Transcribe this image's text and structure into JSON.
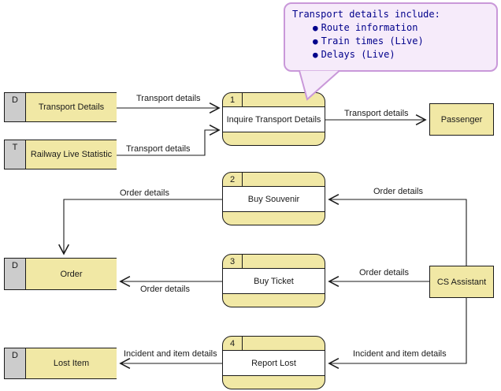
{
  "callout": {
    "title": "Transport details include:",
    "bullet_glyph": "●",
    "bullets": [
      "Route information",
      "Train times (Live)",
      "Delays (Live)"
    ]
  },
  "data_stores": [
    {
      "id": "D",
      "name": "Transport Details"
    },
    {
      "id": "T",
      "name": "Railway Live Statistic"
    },
    {
      "id": "D",
      "name": "Order"
    },
    {
      "id": "D",
      "name": "Lost Item"
    }
  ],
  "processes": [
    {
      "number": "1",
      "name": "Inquire Transport Details"
    },
    {
      "number": "2",
      "name": "Buy Souvenir"
    },
    {
      "number": "3",
      "name": "Buy Ticket"
    },
    {
      "number": "4",
      "name": "Report Lost"
    }
  ],
  "entities": [
    {
      "name": "Passenger"
    },
    {
      "name": "CS Assistant"
    }
  ],
  "flows": [
    {
      "label": "Transport details",
      "from": "Transport Details",
      "to": "Inquire Transport Details"
    },
    {
      "label": "Transport details",
      "from": "Railway Live Statistic",
      "to": "Inquire Transport Details"
    },
    {
      "label": "Transport details",
      "from": "Inquire Transport Details",
      "to": "Passenger"
    },
    {
      "label": "Order details",
      "from": "Buy Souvenir",
      "to": "Order"
    },
    {
      "label": "Order details",
      "from": "CS Assistant",
      "to": "Buy Souvenir"
    },
    {
      "label": "Order details",
      "from": "CS Assistant",
      "to": "Buy Ticket"
    },
    {
      "label": "Order details",
      "from": "Buy Ticket",
      "to": "Order"
    },
    {
      "label": "Incident and item details",
      "from": "CS Assistant",
      "to": "Report Lost"
    },
    {
      "label": "Incident and item details",
      "from": "Report Lost",
      "to": "Lost Item"
    }
  ],
  "colors": {
    "node_fill": "#f1e8a5",
    "store_tab_fill": "#cccccc",
    "line": "#1a1a1a",
    "callout_fill": "#f6ebfa",
    "callout_border": "#c998d9",
    "callout_text": "#00008b"
  }
}
